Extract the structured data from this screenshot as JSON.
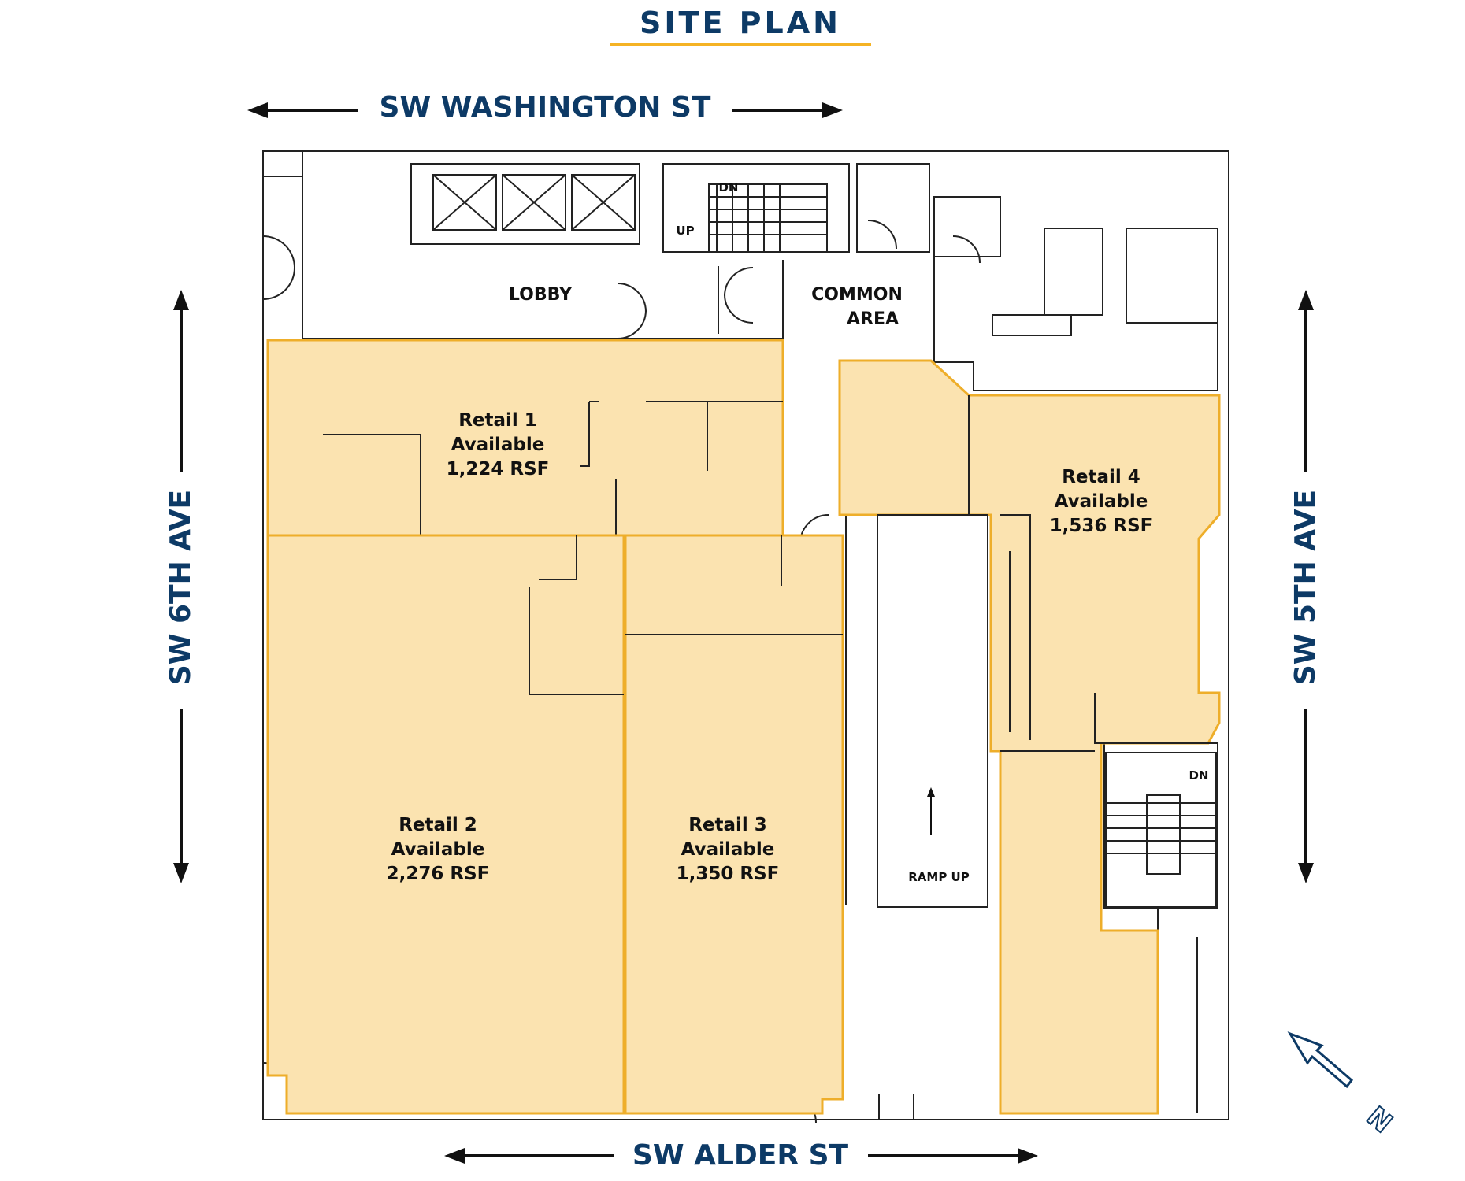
{
  "title": "SITE PLAN",
  "streets": {
    "north": "SW WASHINGTON ST",
    "south": "SW ALDER ST",
    "west": "SW 6TH AVE",
    "east": "SW 5TH AVE"
  },
  "rooms": {
    "lobby": "LOBBY",
    "common_line1": "COMMON",
    "common_line2": "AREA",
    "ramp": "RAMP UP",
    "stair_dn": "DN",
    "stair_up": "UP",
    "stair2_dn": "DN"
  },
  "suites": [
    {
      "name": "Retail 1",
      "status": "Available",
      "area": "1,224 RSF"
    },
    {
      "name": "Retail 2",
      "status": "Available",
      "area": "2,276 RSF"
    },
    {
      "name": "Retail 3",
      "status": "Available",
      "area": "1,350 RSF"
    },
    {
      "name": "Retail 4",
      "status": "Available",
      "area": "1,536 RSF"
    }
  ],
  "compass": "N",
  "colors": {
    "navy": "#0d3a66",
    "accent": "#f5b324",
    "suite_fill": "#fbe3b0",
    "suite_outline": "#eeae2a"
  }
}
